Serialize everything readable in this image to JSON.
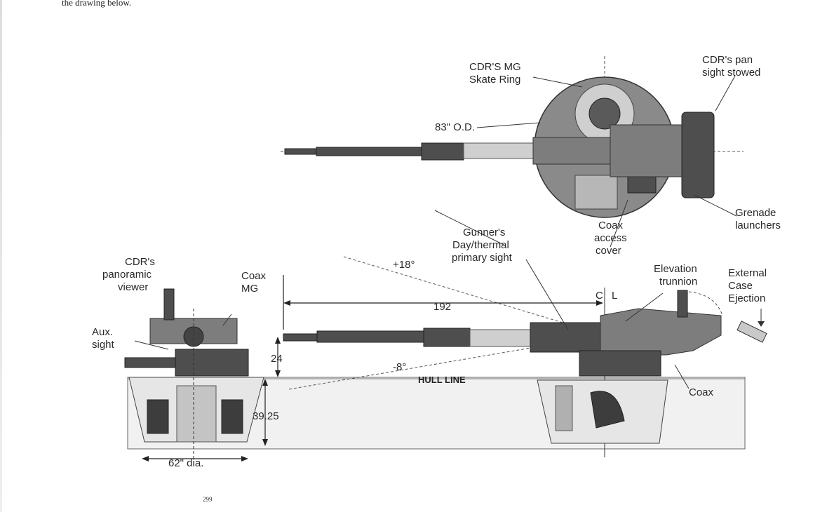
{
  "page": {
    "intro_text": "the drawing below.",
    "page_number": "299"
  },
  "top_view": {
    "cdr_mg_label": [
      "CDR'S MG",
      "Skate Ring"
    ],
    "cdr_pan_sight_label": [
      "CDR's pan",
      "sight stowed"
    ],
    "diameter_label": "83\" O.D.",
    "grenade_label": [
      "Grenade",
      "launchers"
    ]
  },
  "side_view": {
    "gunners_sight_label": [
      "Gunner's",
      "Day/thermal",
      "primary sight"
    ],
    "coax_access_label": [
      "Coax",
      "access",
      "cover"
    ],
    "elevation_trunnion_label": [
      "Elevation",
      "trunnion"
    ],
    "external_case_label": [
      "External",
      "Case",
      "Ejection"
    ],
    "cdr_viewer_label": [
      "CDR's",
      "panoramic",
      "viewer"
    ],
    "coax_mg_label": [
      "Coax",
      "MG"
    ],
    "aux_sight_label": [
      "Aux.",
      "sight"
    ],
    "coax_label": "Coax",
    "hull_line_label": "HULL LINE",
    "centerline_c": "C",
    "centerline_l": "L",
    "elevation_up": "+18°",
    "elevation_down": "-8°",
    "dim_length": "192",
    "dim_height_above": "24",
    "dim_height_below": "39.25",
    "dim_diameter": "62\" dia."
  }
}
